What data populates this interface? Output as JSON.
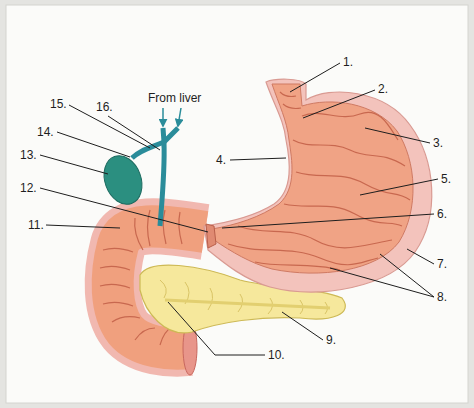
{
  "diagram": {
    "labels": [
      "1.",
      "2.",
      "15.",
      "16.",
      "From liver",
      "3.",
      "14.",
      "13.",
      "4.",
      "5.",
      "12.",
      "6.",
      "11.",
      "7.",
      "8.",
      "9.",
      "10."
    ]
  }
}
